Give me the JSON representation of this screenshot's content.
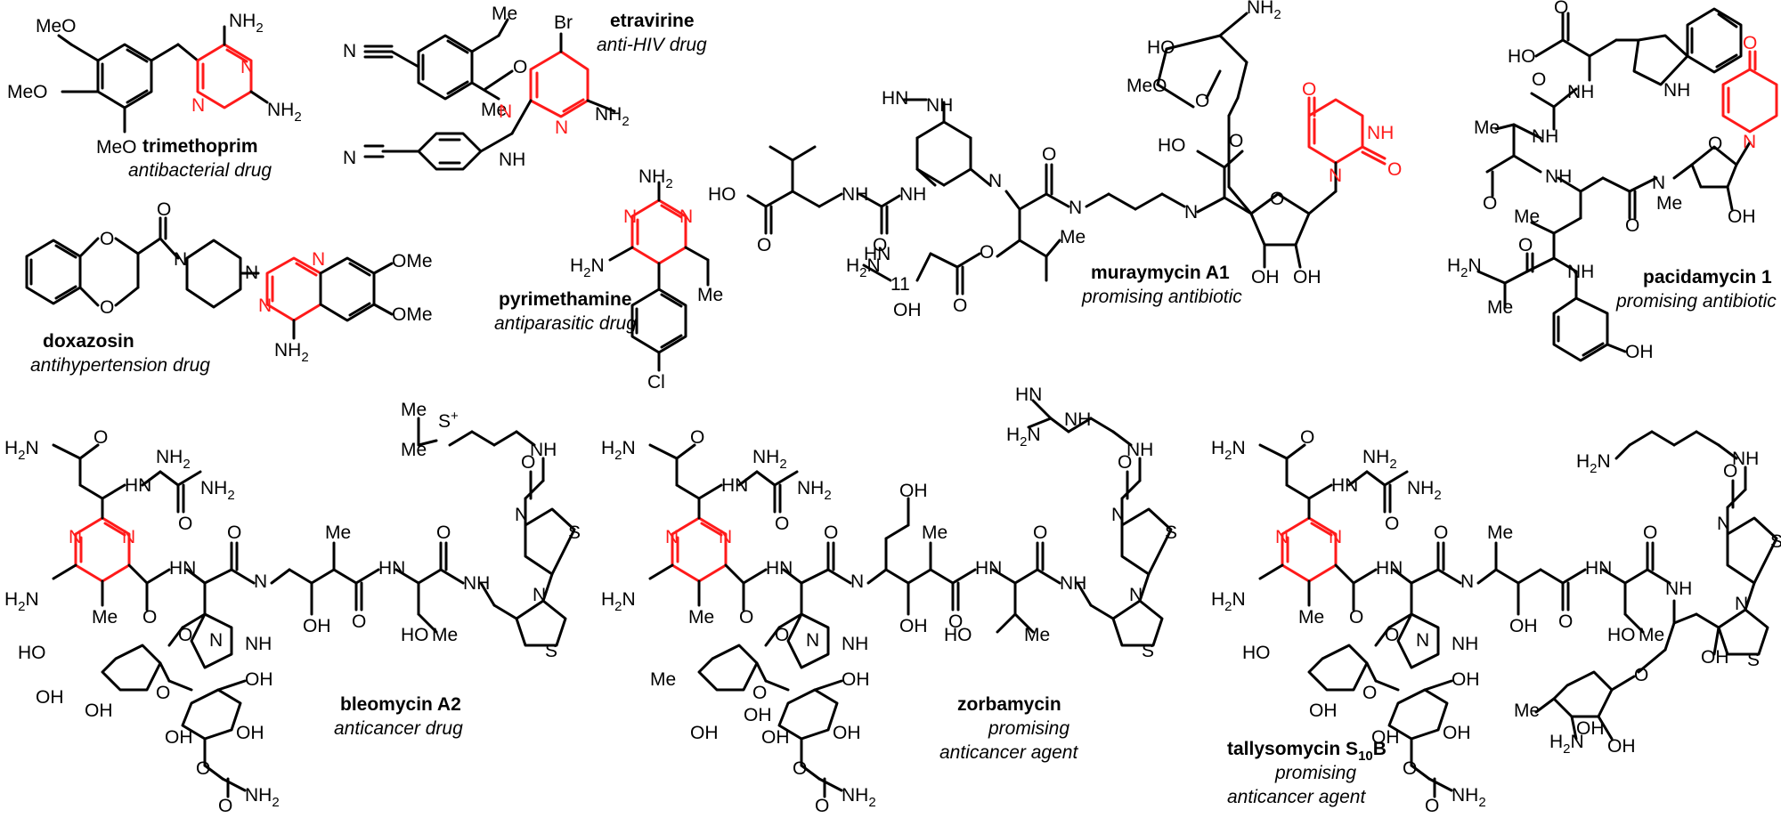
{
  "compounds": [
    {
      "id": "trimethoprim",
      "name": "trimethoprim",
      "description": "antibacterial drug"
    },
    {
      "id": "etravirine",
      "name": "etravirine",
      "description": "anti-HIV drug"
    },
    {
      "id": "doxazosin",
      "name": "doxazosin",
      "description": "antihypertension drug"
    },
    {
      "id": "pyrimethamine",
      "name": "pyrimethamine",
      "description": "antiparasitic drug"
    },
    {
      "id": "muraymycin",
      "name": "muraymycin A1",
      "description": "promising antibiotic"
    },
    {
      "id": "pacidamycin",
      "name": "pacidamycin 1",
      "description": "promising antibiotic"
    },
    {
      "id": "bleomycin",
      "name": "bleomycin A2",
      "description": "anticancer drug"
    },
    {
      "id": "zorbamycin",
      "name": "zorbamycin",
      "description_line1": "promising",
      "description_line2": "anticancer agent"
    },
    {
      "id": "tallysomycin",
      "name_base": "tallysomycin S",
      "name_sub": "10",
      "name_end": "B",
      "description_line1": "promising",
      "description_line2": "anticancer agent"
    }
  ],
  "atom_labels": {
    "NH2": "NH",
    "two": "2",
    "N": "N",
    "O": "O",
    "OMe_left": "MeO",
    "OMe_right": "OMe",
    "Me": "Me",
    "Br": "Br",
    "Cl": "Cl",
    "OH": "OH",
    "HO": "HO",
    "NH": "NH",
    "HN": "HN",
    "S": "S",
    "Splus": "S",
    "plus": "+",
    "eleven": "11",
    "H2N_H": "H",
    "H2N_N": "N"
  },
  "colors": {
    "pyrimidine_highlight": "#ff1a1a",
    "bonds": "#000000"
  }
}
